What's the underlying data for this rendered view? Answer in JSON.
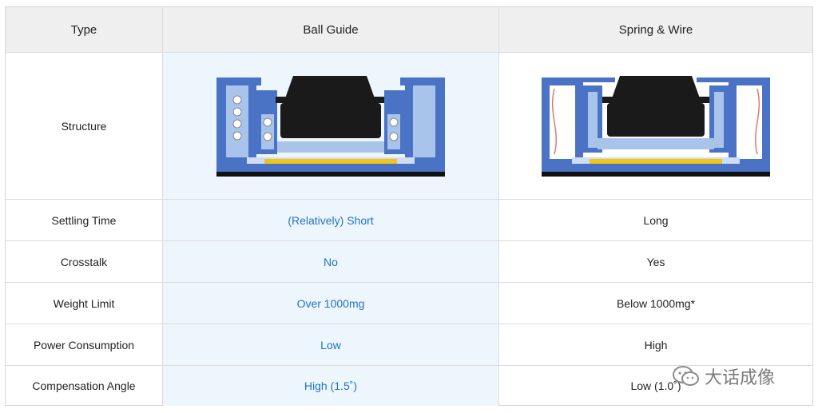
{
  "header": {
    "type_label": "Type",
    "col_ball": "Ball Guide",
    "col_spring": "Spring & Wire"
  },
  "rows": {
    "structure_label": "Structure",
    "settling": {
      "label": "Settling Time",
      "ball": "(Relatively) Short",
      "spring": "Long"
    },
    "crosstalk": {
      "label": "Crosstalk",
      "ball": "No",
      "spring": "Yes"
    },
    "weight": {
      "label": "Weight Limit",
      "ball": "Over 1000mg",
      "spring": "Below 1000mg*"
    },
    "power": {
      "label": "Power Consumption",
      "ball": "Low",
      "spring": "High"
    },
    "angle": {
      "label": "Compensation Angle",
      "ball": "High (1.5˚)",
      "spring": "Low (1.0˚)"
    }
  },
  "watermark": {
    "text": "大话成像",
    "icon": "wechat-icon"
  },
  "colors": {
    "frame_blue": "#4a73c6",
    "light_blue": "#a9c4ea",
    "lens_black": "#1a1a1a",
    "sensor_yellow": "#f0c419",
    "highlight_text": "#1f73c4",
    "highlight_bg": "#eef6fd",
    "wire_red": "#e07a6a"
  }
}
